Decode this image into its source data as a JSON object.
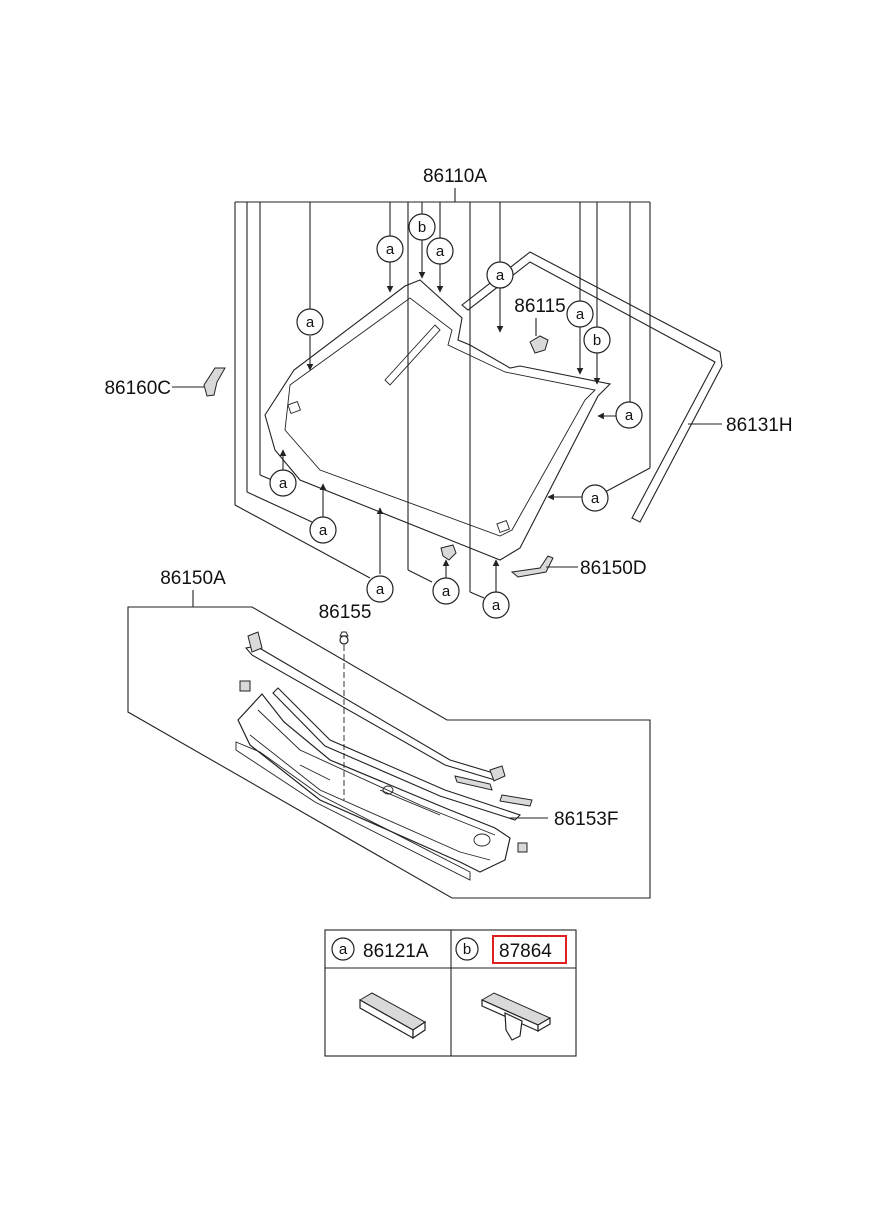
{
  "parts": {
    "windshield": "86110A",
    "windshield_clip": "86115",
    "side_piece_left": "86160C",
    "molding": "86131H",
    "cowl_panel": "86150A",
    "cowl_fastener": "86155",
    "cowl_bracket": "86150D",
    "cowl_seal": "86153F"
  },
  "callout_a": "a",
  "callout_b": "b",
  "legend": {
    "a_code": "86121A",
    "b_code": "87864",
    "highlight_color": "#e02020"
  }
}
